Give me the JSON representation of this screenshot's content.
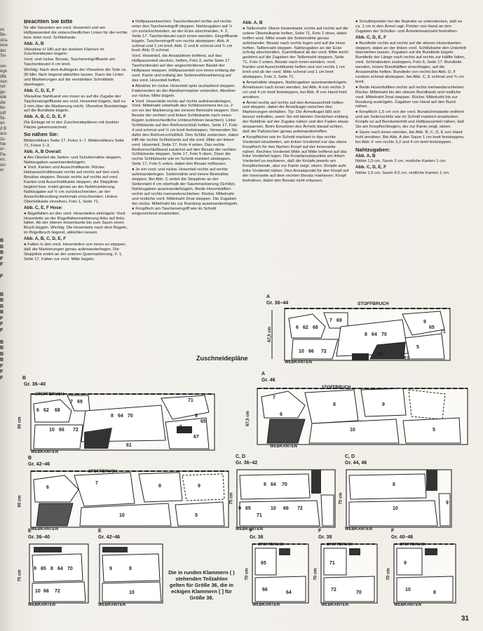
{
  "margin_text": [
    "im",
    "Be-",
    "stra-",
    "iese",
    "der",
    "Tei-",
    "",
    "ver-",
    "ege",
    "iiffe",
    "nen",
    "ref-",
    "ge-",
    "eile",
    "die",
    "be-",
    "toff",
    "fla-",
    "en",
    "d B",
    "aus",
    "zu-",
    "hte",
    "er-",
    "Pa-",
    "en,",
    "ien",
    "er"
  ],
  "margin_letters": [
    "B",
    "B",
    "B",
    "F",
    "F",
    "",
    "F",
    "",
    "",
    "B",
    "B",
    "B",
    "B",
    "F",
    "F",
    "F",
    "",
    "B",
    "B",
    "B",
    "B",
    "F",
    "F",
    "F"
  ],
  "col1": {
    "h_title": "Beachten Sie bitte",
    "p1": "für alle Varianten am vord. Hosenteil und am Hüftpassenteil die unterschiedlichen Linien für die rechte bzw. linke vord. Schlitzkante.",
    "h_a": "Abb. A, B",
    "p2": "Vlieseline H 180 auf die dunklen Flächen im Zuschneideplan bügeln:",
    "p3": "Vord. und rückw. Besatz, Tascheneingriffkante am Taschenbeutel 4 cm breit.",
    "p4": "Wichtig: Nach dem Aufbügeln der Vlieseline die Teile ca. 30 Min. flach liegend abkühlen lassen. Dann die Linien und Markierungen auf die verstärkten Schnittteile übertragen.",
    "h_b": "Abb. C, D, E, F",
    "p5": "Vlieseline Nahtband von innen so auf die Zugabe der Tascheneingriffkante am vord. Hosenteil bügeln, daß es 2 mm über die Markierung reicht. Vlieseline Bundeinlage auf die Bundteile bügeln.",
    "h_c": "Abb. A, B, C, D, E, F",
    "p6": "Die Einlage ist in den Zuschneideplänen mit dunkler Fläche gekennzeichnet.",
    "h_d": "So nähen Sie:",
    "p7": "Bildernähkurs Seite 17, Fotos 1–7. Bildernähkurs Seite 71, Fotos 1–3.",
    "h_e": "Abb. A, B Overall:",
    "p8": "● Am Oberteil die Seiten- und Schulternähte steppen, Nahtzugaben auseinanderbügeln.",
    "p9": "● Vord. Kanten und Ausschnittkante: Rückw. Halsausschnittbesatz rechts auf rechts auf den vord. Besätze steppen. Besatz rechts auf rechts auf vord. Kanten und Ausschnittkante steppen, die Stepplinie beginnt bzw. endet genau an der Nahtmarkierung. Nahtzugabe auf ½ cm zurückschneiden, an der Ausschnittrundung mehrmals einschneiden. Untere Oberteilkante einreihen, Foto 1, Seite 71.",
    "h_f": "Abb. C, E, F Hose:",
    "p10": "● Bügelfalten an den vord. Hosenteilen einbügeln: Vord. Hosenteile an der Bügelfaltenmarkierung links auf links falten. Ab der oberen Hosenkante bis zum Saum einen Bruch bügeln. Wichtig: Die Hosenteile nach dem Bügeln, im Bügelbruch liegend, abkühlen lassen.",
    "h_g": "Abb. A, B, C, D, E, F",
    "p11": "● Falten in den vord. Hosenteilen von innen so steppen, daß die Markierungen genau aufeinanderliegen. Die Stepplinie endet an der unteren Quermarkierung, F. 1, Seite 17. Falten zur vord. Mitte bügeln."
  },
  "col2": {
    "p1": "● Hüftpassentaschen: Taschenbeutel rechts auf rechts unter den Tascheneingriff steppen. Nahtzugaben auf ½ cm zurückschneiden, an der Ecke abschneiden, F. 2, Seite 17. Taschenbeutel nach innen wenden. Eingriffkante bügeln. Tascheneingriff von rechts absteppen: Abb. A schmal und 1 cm breit; Abb. C und E schmal und ¾ cm breit; Abb. D schmal.",
    "p2": "Vord. Hosenteil, die Ansatzlinien treffend, auf das Hüftpassenteil stecken, heften, Foto 3, siehe Seite 17. Taschenbeutel auf den angeschnittenen Beutel der Hüftpasse steppen. Hüftpassenteil von innen entlang der vord. Kante und entlang der Seitennahtmarkierung auf das vord. Hosenteil heften.",
    "p3": "● Abnäher im rückw. Hosenteil spitz auslaufend steppen. Fadenenden an der Abnähermspitze verknoten. Abnäher zur rückw. Mitte bügeln.",
    "p4": "● Vord. Hosenteile rechts auf rechts aufeinanderlegen. Vord. Mittelnaht unterhalb des Schlitzzeichens bis ca. 2 cm vor der Markierung der inneren Beinnaht steppen. Den Besatz der rechten und linken Schlitzkante nach innen bügeln (unterschiedliche Umbruchlinien beachten). Linke Schlitzkante auf den Reißverschluß heften, Seite 17, Foto 4 und schmal und ½ cm breit feststeppen. Verwenden Sie dafür den Reißverschlußfuß. Den Schlitz zustecken, dabei trifft die rechte Schlitzkante auf die vord. Mitte am linken vord. Hosenteil, Seite 17, Foto 4 unten. Das rechte Reißverschlußband zunächst auf den Besatz der rechten Schlitzkante steppen, Seite 17, Foto 5 oben. Dann die rechte Schlitzkante wie im Schnitt markiert absteppen, Seite 17, Foto 5 unten, dabei den Besatz mitfassen.",
    "p5": "● Je ein vord. und rückw. Hosenteil rechts auf rechts aufeinanderlegen. Seitennähte und innere Beinnähte steppen. Bei Abb. C endet die Stepplinie an der Seitennaht 4 cm oberhalb der Saummarkierung (Schlitz). Nahtzugaben auseinanderbügeln. Beide Hosenhälften rechts auf rechts ineinanderschieben. Rückw. Mittelnaht und restliche vord. Mittelnaht 2mal steppen. Die Zugaben der rückw. Mittelnaht bis zur Rundung auseinanderbügeln.",
    "p6": "● Knopfloch am Tascheneingriff wie im Schnitt eingezeichnet einarbeiten."
  },
  "col3": {
    "h1": "Abb. A, B",
    "p1": "● Taillennaht: Obere Hosenkante rechts auf rechts auf die untere Oberteilkante heften, Seite 71, Foto 2 oben, dabei treffen vord. Mitte sowie die Seitennähte genau aufeinander. Besatz nach rechts legen und auf die Hose heften. Taillennaht steppen. Nahtzugaben an der Ecke schräg abschneiden. Gummiband ab der vord. Mitte leicht gedehnt auf die Zugaben der Taillennaht steppen, Seite 71, Foto 2 unten. Besatz nach innen wenden, vord. Kanten und Ausschnittkante heften und von rechts 1 cm breit und ab der vord. Mitte schmal und 1 cm breit absteppen, Foto 3, Seite 71.",
    "p2": "● Ärmelnähte steppen. Nahtzugaben auseinanderbügeln. Ärmelsaum nach innen wenden, bei Abb. A von rechts 3 cm und 4 cm breit feststeppen, bei Abb. B von Hand hohl annähen.",
    "p3": "● Ärmel rechts auf rechts auf den Armausschnitt heften und steppen, dabei die Ärmelkugel zwischen den Markierungen einhalten. Tip: Die Ärmelkugel läßt sich besser einhalten, wenn Sie mit kleinen Vorstichen entlang der Nahtlinie auf der Zugabe nähen und den Faden etwas anspannen. Beim Einsetzen des Ärmels darauf achten, daß die Paßzeichen genau aufeinandertreffen.",
    "p4": "● Knopflöcher wie im Schnitt markiert in das rechte Vorderteil einarbeiten, am linken Vorderteil nur das obere Knopfloch für den flachen Knopf auf der Innenseite nähen. Rechtes Vorderteil Mitte auf Mitte treffend auf das linke Vorderteil legen. Die Knopfansatzpunkte am linken Vorderteil so markieren, daß die Knöpfe jeweils am Knopflochende, also zur Kante zeigt, sitzen. Knöpfe aufs linke Vorderteil nähen. Den Ansatzpunkt für den Knopf auf der Innenseite auf dem rechten Besatz markieren. Knopf festnähen, dabei den Besatz nicht erfassen."
  },
  "col4": {
    "p1": "● Schulterpolster bei der Anprobe so unterstecken, daß es ca. 1 cm in den Ärmel ragt. Polster von Hand an den Zugaben der Schulter- und Ärmeleinsatznaht festnähen.",
    "h1": "Abb. C, D, E, F",
    "p2": "● Bundteile rechts auf rechts auf die oberen Hosenkanten steppen, dabei an der linken vord. Schlitzkante den Untertritt überstehen lassen. Zugaben auf die Bundteile bügeln. Bundteile der Länge nach rechts auf rechts zur Hälfte falten, vord. Schmalseiten zusteppen, Foto 6, Seite 17. Bundteile wenden, innere Bundhälften einschlagen, auf die Ansatznähte heften. Bundteile von rechts bei Abb. D, F rundum schmal absteppen, bei Abb. C, E schmal und ¾ cm breit.",
    "p3": "● Beide Hosenhälften rechts auf rechts ineinanderschieben. Rückw. Mittelnaht bis der oberen Bundkante und restliche vord. Mittelnaht 2mal steppen. Rückw. Mittelnaht bis zur Rundung ausbügeln. Zugaben von Hand auf den Bund nähen.",
    "p4": "● Knopfloch 1,5 cm von der vord. Bundschmalseite entfernt und am Seitenschlitz wie im Schnitt markiert einarbeiten. Knöpfe so auf Bunduntertritt und Hüftpassenteil nähen, daß Sie am Knopflochbeginn, der zur Kante zeigt, sitzen.",
    "p5": "● Saum nach innen wenden, bei Abb. B, C, D, E von Hand hohl annähen. Bei Abb. A den Saum 1 cm breit feststeppen, bei Abb. F von rechts 3,2 und 4 cm breit feststeppen.",
    "h2": "Nahtzugaben:",
    "h3": "Abb. A, B",
    "p6": "Nähte 1,5 cm, Saum 2 cm, restliche Kanten 1 cm.",
    "h4": "Abb. C, D, E, F",
    "p7": "Nähte 1,5 cm, Saum 4,5 cm, restliche Kanten 1 cm."
  },
  "heading_plans": "Zuschneidepläne",
  "note": "Die in runden Klammern ( ) stehenden Teilzahlen gelten für Größe 36, die in eckigen Klammern [ ] für Größe 38.",
  "page_number": "31",
  "plans": {
    "A1": {
      "abb": "A",
      "size": "Gr. 36–44",
      "fold": "STOFFBRUCH",
      "selvage": "WEBKANTEN",
      "width": "67,5 cm",
      "n1": "7",
      "n2": "69",
      "n3": "6",
      "n4": "62",
      "n5": "68",
      "n6": "8",
      "n7": "64",
      "n8": "70",
      "n9": "10",
      "n10": "66",
      "n11": "72",
      "n12": "9",
      "n13": "65",
      "n14": "71",
      "n15": "5",
      "n16": "61",
      "n17": "67"
    },
    "A2": {
      "abb": "A",
      "size": "Gr. 46",
      "fold": "STOFFBRUCH",
      "selvage": "WEBKANTEN",
      "width": "67,5 cm",
      "n1": "7",
      "n2": "6",
      "n3": "8",
      "n4": "10",
      "n5": "9",
      "n6": "5"
    },
    "B1": {
      "abb": "B",
      "size": "Gr. 36–40",
      "fold": "STOFFBRUCH",
      "selvage": "WEBKANTEN",
      "width": "65 cm",
      "n1": "7",
      "n2": "69",
      "n3": "6",
      "n4": "62",
      "n5": "68",
      "n6": "8",
      "n7": "64",
      "n8": "70",
      "n9": "10",
      "n10": "66",
      "n11": "72",
      "n12": "9",
      "n13": "65",
      "n14": "71",
      "n15": "5",
      "n16": "61",
      "n17": "67"
    },
    "B2": {
      "abb": "B",
      "size": "Gr. 42–46",
      "fold": "STOFFBRUCH",
      "selvage": "WEBKANTEN",
      "width": "65 cm",
      "n1": "7",
      "n2": "6",
      "n3": "8",
      "n4": "10",
      "n5": "9",
      "n6": "5"
    },
    "CD1": {
      "abb": "C, D",
      "size": "Gr. 36–42",
      "selvage": "WEBKANTEN",
      "width": "75 cm",
      "n1": "8",
      "n2": "64",
      "n3": "70",
      "n4": "9",
      "n5": "65",
      "n6": "71",
      "n7": "10",
      "n8": "66",
      "n9": "72"
    },
    "CD2": {
      "abb": "C, D",
      "size": "Gr. 44, 46",
      "selvage": "WEBKANTEN",
      "width": "75 cm",
      "n1": "8",
      "n2": "9",
      "n3": "10"
    },
    "E1": {
      "abb": "E",
      "size": "Gr. 36–40",
      "selvage": "WEBKANTEN",
      "width": "75 cm",
      "n1": "8",
      "n2": "64",
      "n3": "70",
      "n4": "9",
      "n5": "65",
      "n6": "10",
      "n7": "66",
      "n8": "72"
    },
    "E2": {
      "abb": "E",
      "size": "Gr. 42–46",
      "selvage": "WEBKANTEN",
      "width": "75 cm",
      "n1": "8",
      "n2": "9",
      "n3": "10"
    },
    "F1": {
      "abb": "F",
      "size": "Gr. 36",
      "fold": "STOFFBRUCH",
      "selvage": "WEBKANTEN",
      "width": "70 cm",
      "n1": "65",
      "n2": "66",
      "n3": "64"
    },
    "F2": {
      "abb": "F",
      "size": "Gr. 38",
      "fold": "STOFFBRUCH",
      "selvage": "WEBKANTEN",
      "width": "70 cm",
      "n1": "71",
      "n2": "72",
      "n3": "70"
    },
    "F3": {
      "abb": "F",
      "size": "Gr. 40–46",
      "fold": "STOFFBRUCH",
      "selvage": "WEBKANTEN",
      "width": "70 cm",
      "n1": "9",
      "n2": "10",
      "n3": "8"
    }
  }
}
